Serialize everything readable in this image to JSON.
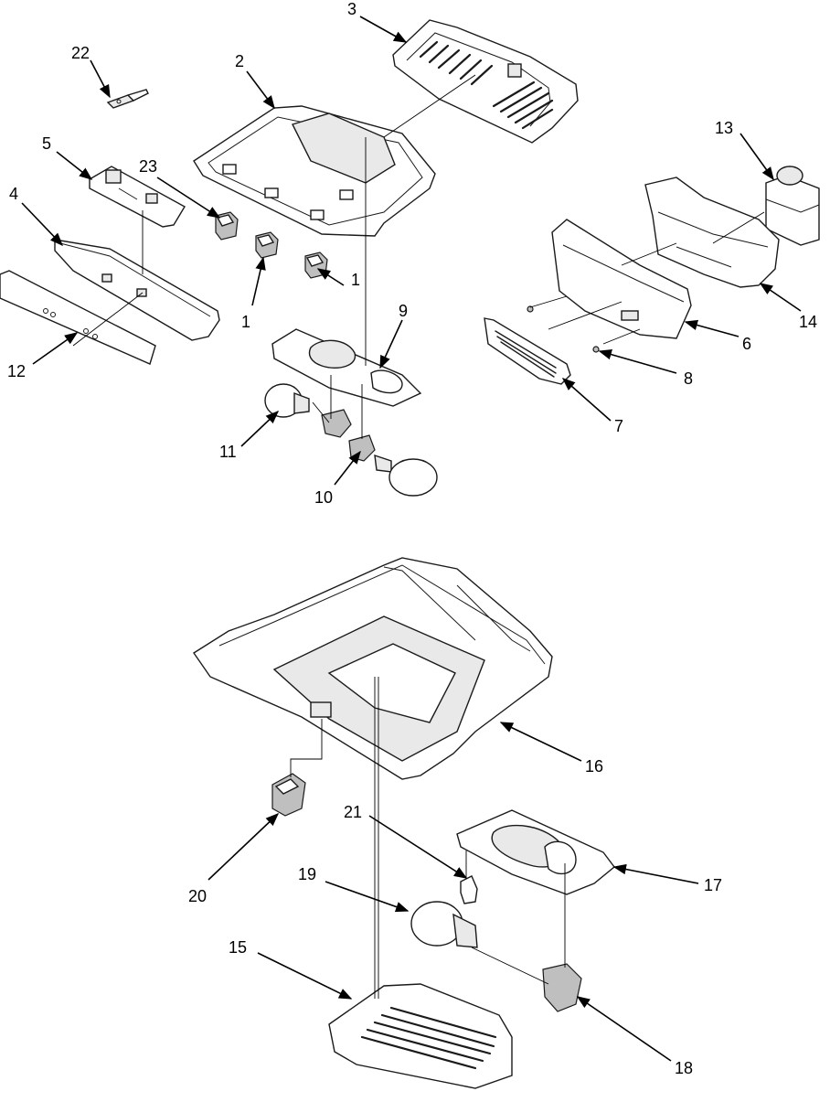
{
  "diagram": {
    "callouts": [
      {
        "id": "c1a",
        "label": "1"
      },
      {
        "id": "c1b",
        "label": "1"
      },
      {
        "id": "c2",
        "label": "2"
      },
      {
        "id": "c3",
        "label": "3"
      },
      {
        "id": "c4",
        "label": "4"
      },
      {
        "id": "c5",
        "label": "5"
      },
      {
        "id": "c6",
        "label": "6"
      },
      {
        "id": "c7",
        "label": "7"
      },
      {
        "id": "c8",
        "label": "8"
      },
      {
        "id": "c9",
        "label": "9"
      },
      {
        "id": "c10",
        "label": "10"
      },
      {
        "id": "c11",
        "label": "11"
      },
      {
        "id": "c12",
        "label": "12"
      },
      {
        "id": "c13",
        "label": "13"
      },
      {
        "id": "c14",
        "label": "14"
      },
      {
        "id": "c15",
        "label": "15"
      },
      {
        "id": "c16",
        "label": "16"
      },
      {
        "id": "c17",
        "label": "17"
      },
      {
        "id": "c18",
        "label": "18"
      },
      {
        "id": "c19",
        "label": "19"
      },
      {
        "id": "c20",
        "label": "20"
      },
      {
        "id": "c21",
        "label": "21"
      },
      {
        "id": "c22",
        "label": "22"
      },
      {
        "id": "c23",
        "label": "23"
      }
    ]
  }
}
